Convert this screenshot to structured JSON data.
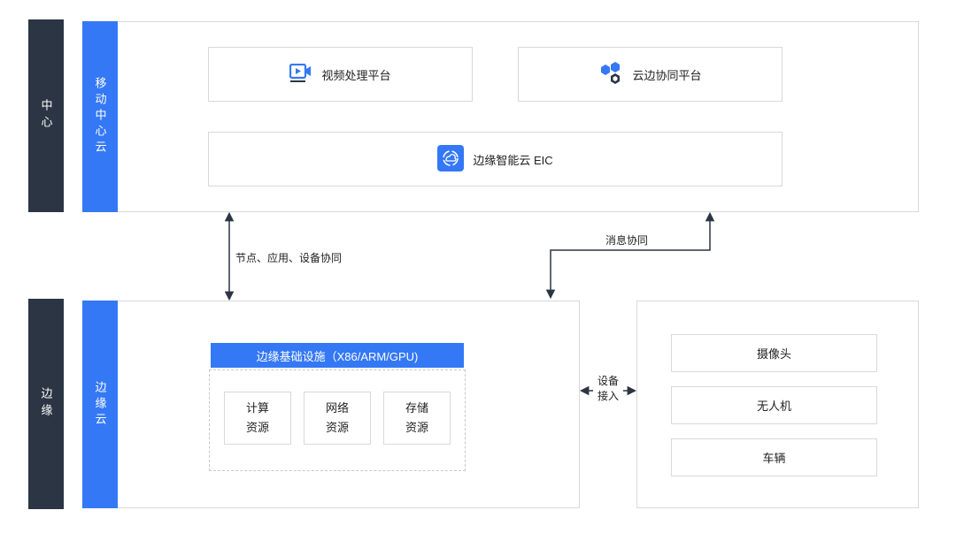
{
  "colors": {
    "dark_bar": "#2b3543",
    "accent_blue": "#3478f6",
    "border": "#d9d9d9",
    "line": "#2b3543"
  },
  "left_labels": {
    "center": "中心",
    "edge": "边缘"
  },
  "top_section": {
    "bar_label": "移动中心云",
    "video_platform": {
      "label": "视频处理平台",
      "icon": "video-play-icon"
    },
    "cloud_edge_platform": {
      "label": "云边协同平台",
      "icon": "hexagon-cluster-icon"
    },
    "eic": {
      "label": "边缘智能云 EIC",
      "icon": "cloud-sync-icon"
    }
  },
  "connectors": {
    "left_arrow_label": "节点、应用、设备协同",
    "right_arrow_label": "消息协同",
    "device_access_label": "设备\n接入"
  },
  "edge_section": {
    "bar_label": "边缘云",
    "infra_title": "边缘基础设施（X86/ARM/GPU)",
    "resources": [
      "计算\n资源",
      "网络\n资源",
      "存储\n资源"
    ]
  },
  "devices": [
    "摄像头",
    "无人机",
    "车辆"
  ]
}
